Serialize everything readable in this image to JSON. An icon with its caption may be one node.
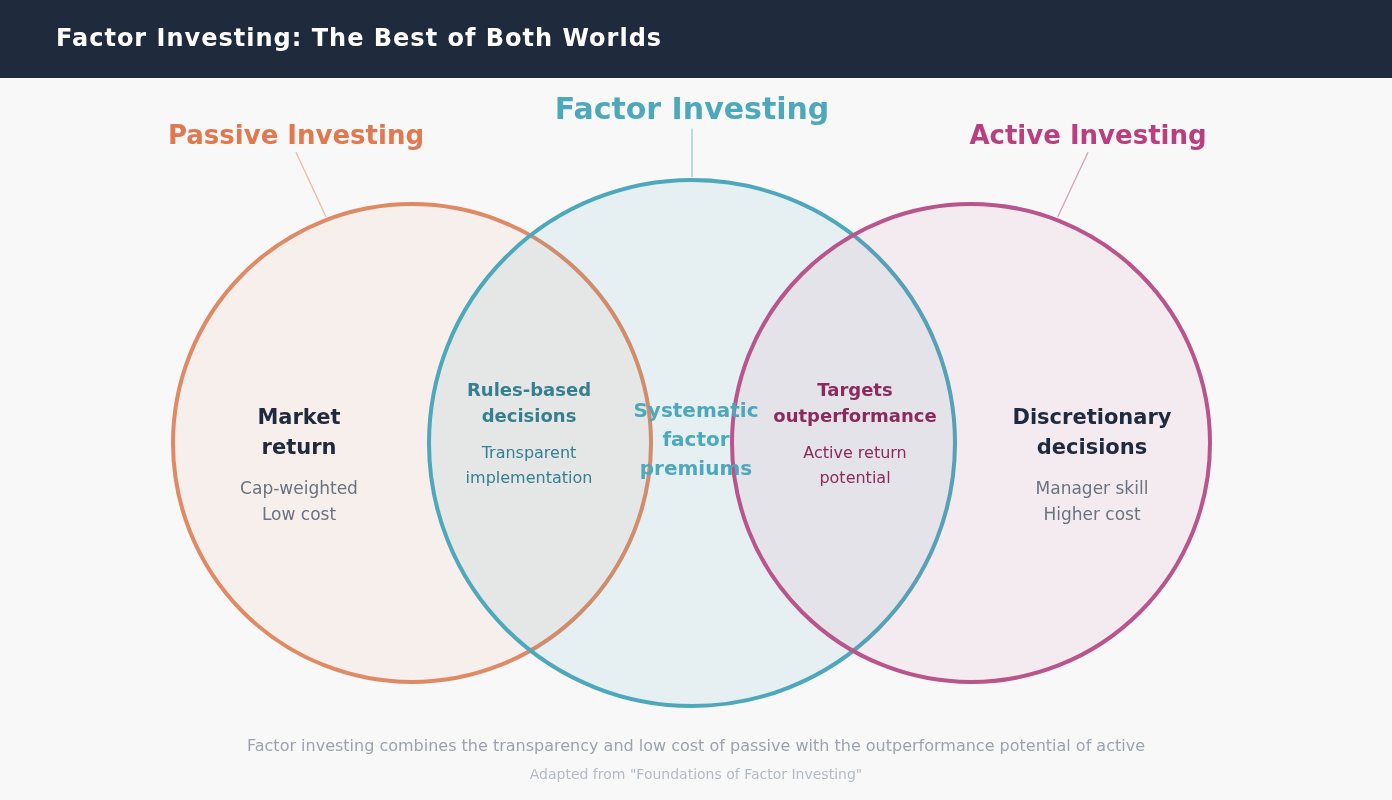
{
  "diagram": {
    "title": "Factor Investing: The Best of Both Worlds",
    "caption": "Factor investing combines the transparency and low cost of passive with the outperformance potential of active",
    "nodes": [
      {
        "text": [
          "Passive Investing"
        ]
      },
      {
        "text": [
          "Factor Investing"
        ]
      },
      {
        "text": [
          "Active Investing"
        ]
      },
      {
        "text": [],
        "shape": "circle"
      },
      {
        "text": [],
        "shape": "circle"
      },
      {
        "text": [],
        "shape": "circle"
      },
      {
        "text": [
          "Market return",
          "Cap-weighted Low cost"
        ],
        "in": 3
      },
      {
        "text": [
          "Rules-based decisions",
          "Transparent implementation"
        ]
      },
      {
        "text": [
          "Systematic factor premiums"
        ],
        "in": 4
      },
      {
        "text": [
          "Targets outperformance",
          "Active return potential"
        ]
      },
      {
        "text": [
          "Discretionary decisions",
          "Manager skill Higher cost"
        ],
        "in": 5
      }
    ],
    "edges": [
      {
        "from": 0,
        "to": 3,
        "arrow": "none",
        "color": "#e08a65"
      },
      {
        "from": 1,
        "to": 4,
        "arrow": "none",
        "color": "#4ea8bc"
      },
      {
        "from": 2,
        "to": 5,
        "arrow": "none",
        "color": "#b9558a"
      }
    ],
    "labels": [
      "Adapted from \"Foundations of Factor Investing\""
    ]
  }
}
